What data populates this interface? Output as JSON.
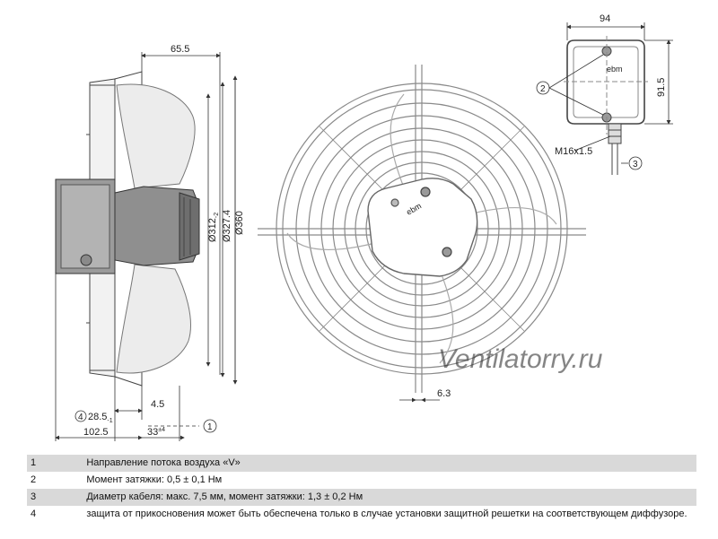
{
  "dimensions": {
    "top_depth": "65.5",
    "dia_312": "Ø312",
    "dia_312_tol": "-2",
    "dia_327": "Ø327.4",
    "dia_360": "Ø360",
    "d_4_5": "4.5",
    "d_28_5": "28.5",
    "d_28_5_tol": "-1",
    "d_102_5": "102.5",
    "d_33": "33",
    "d_33_tol": "±4",
    "d_6_3": "6.3",
    "box_width": "94",
    "box_height": "91.5",
    "gland": "M16x1.5"
  },
  "callouts": {
    "c1": "1",
    "c2": "2",
    "c3": "3",
    "c4": "4"
  },
  "brand": "ebm",
  "watermark": "Ventilatorry.ru",
  "notes": [
    {
      "num": "1",
      "text": "Направление потока воздуха «V»"
    },
    {
      "num": "2",
      "text": "Момент затяжки: 0,5 ± 0,1 Нм"
    },
    {
      "num": "3",
      "text": "Диаметр кабеля: макс. 7,5 мм, момент затяжки: 1,3 ± 0,2 Нм"
    },
    {
      "num": "4",
      "text": "защита от прикосновения может быть обеспечена только в случае установки защитной решетки на соответствующем диффузоре."
    }
  ]
}
